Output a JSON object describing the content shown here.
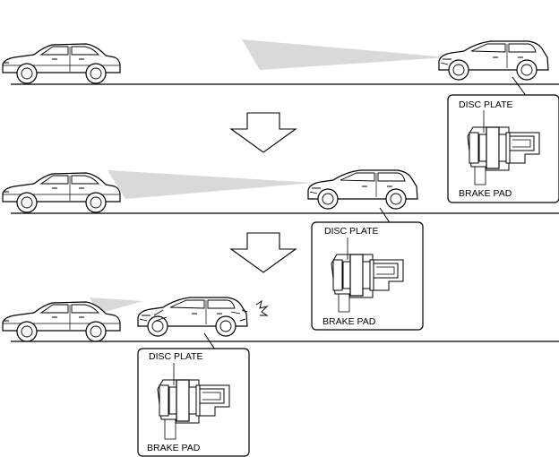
{
  "scenes": [
    {
      "detail": {
        "disc_plate_label": "DISC PLATE",
        "brake_pad_label": "BRAKE PAD"
      }
    },
    {
      "detail": {
        "disc_plate_label": "DISC PLATE",
        "brake_pad_label": "BRAKE PAD"
      }
    },
    {
      "detail": {
        "disc_plate_label": "DISC PLATE",
        "brake_pad_label": "BRAKE PAD"
      }
    }
  ],
  "colors": {
    "line": "#000000",
    "shadow": "#d9d9d9",
    "background": "#ffffff"
  },
  "icons": [
    "down-arrow-icon",
    "collision-spark-icon"
  ]
}
